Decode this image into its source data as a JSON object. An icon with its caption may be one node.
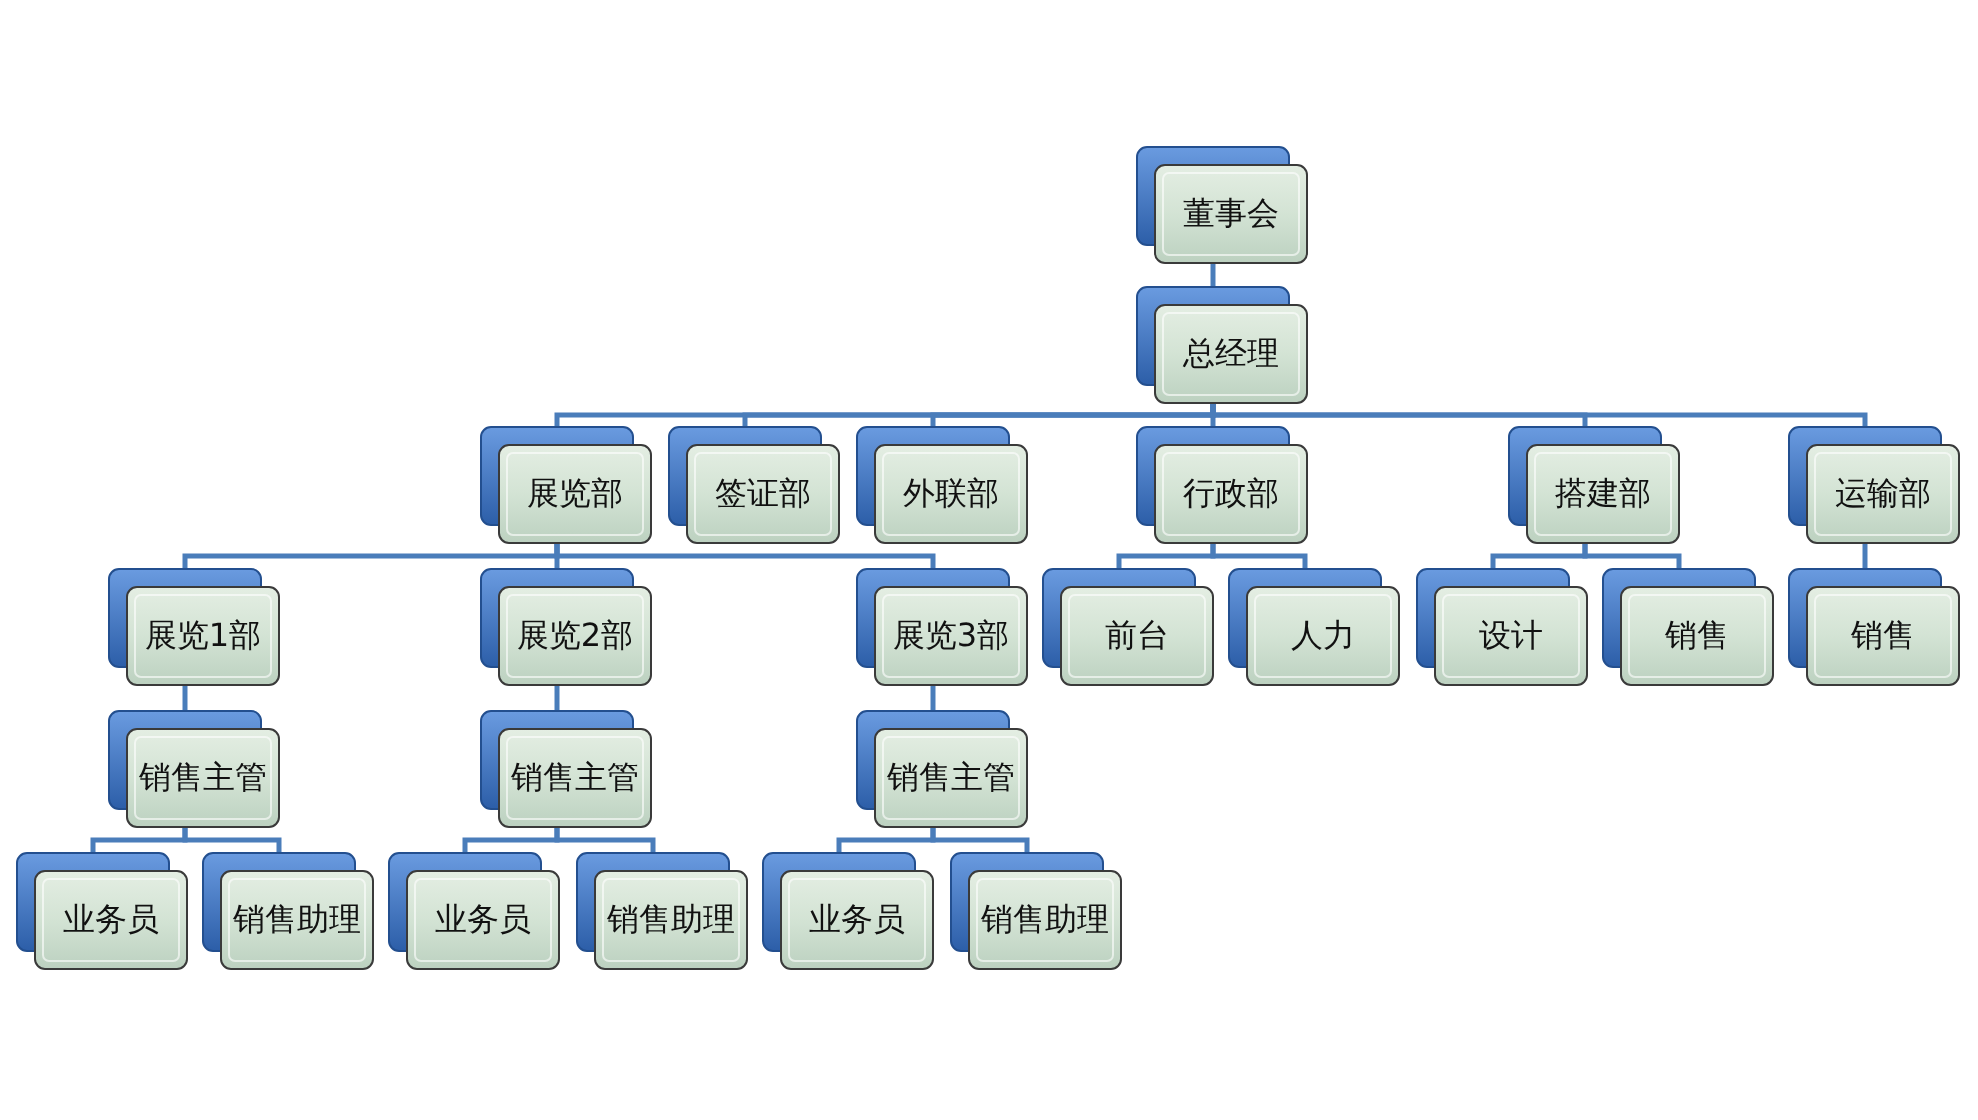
{
  "diagram": {
    "nodes": [
      {
        "text": [
          "董事会"
        ]
      },
      {
        "text": [
          "总经理"
        ]
      },
      {
        "text": [
          "展览部"
        ]
      },
      {
        "text": [
          "签证部"
        ]
      },
      {
        "text": [
          "外联部"
        ]
      },
      {
        "text": [
          "行政部"
        ]
      },
      {
        "text": [
          "搭建部"
        ]
      },
      {
        "text": [
          "运输部"
        ]
      },
      {
        "text": [
          "展览1部"
        ]
      },
      {
        "text": [
          "展览2部"
        ]
      },
      {
        "text": [
          "展览3部"
        ]
      },
      {
        "text": [
          "前台"
        ]
      },
      {
        "text": [
          "人力"
        ]
      },
      {
        "text": [
          "设计"
        ]
      },
      {
        "text": [
          "销售"
        ]
      },
      {
        "text": [
          "销售"
        ]
      },
      {
        "text": [
          "销售主管"
        ]
      },
      {
        "text": [
          "销售主管"
        ]
      },
      {
        "text": [
          "销售主管"
        ]
      },
      {
        "text": [
          "业务员"
        ]
      },
      {
        "text": [
          "销售助理"
        ]
      },
      {
        "text": [
          "业务员"
        ]
      },
      {
        "text": [
          "销售助理"
        ]
      },
      {
        "text": [
          "业务员"
        ]
      },
      {
        "text": [
          "销售助理"
        ]
      }
    ],
    "edges": [
      {
        "from": 0,
        "to": 1,
        "arrow": "none"
      },
      {
        "from": 1,
        "to": 2,
        "arrow": "none"
      },
      {
        "from": 1,
        "to": 3,
        "arrow": "none"
      },
      {
        "from": 1,
        "to": 4,
        "arrow": "none"
      },
      {
        "from": 1,
        "to": 5,
        "arrow": "none"
      },
      {
        "from": 1,
        "to": 6,
        "arrow": "none"
      },
      {
        "from": 1,
        "to": 7,
        "arrow": "none"
      },
      {
        "from": 2,
        "to": 8,
        "arrow": "none"
      },
      {
        "from": 2,
        "to": 9,
        "arrow": "none"
      },
      {
        "from": 2,
        "to": 10,
        "arrow": "none"
      },
      {
        "from": 5,
        "to": 11,
        "arrow": "none"
      },
      {
        "from": 5,
        "to": 12,
        "arrow": "none"
      },
      {
        "from": 6,
        "to": 13,
        "arrow": "none"
      },
      {
        "from": 6,
        "to": 14,
        "arrow": "none"
      },
      {
        "from": 7,
        "to": 15,
        "arrow": "none"
      },
      {
        "from": 8,
        "to": 16,
        "arrow": "none"
      },
      {
        "from": 9,
        "to": 17,
        "arrow": "none"
      },
      {
        "from": 10,
        "to": 18,
        "arrow": "none"
      },
      {
        "from": 16,
        "to": 19,
        "arrow": "none"
      },
      {
        "from": 16,
        "to": 20,
        "arrow": "none"
      },
      {
        "from": 17,
        "to": 21,
        "arrow": "none"
      },
      {
        "from": 17,
        "to": 22,
        "arrow": "none"
      },
      {
        "from": 18,
        "to": 23,
        "arrow": "none"
      },
      {
        "from": 18,
        "to": 24,
        "arrow": "none"
      }
    ]
  }
}
